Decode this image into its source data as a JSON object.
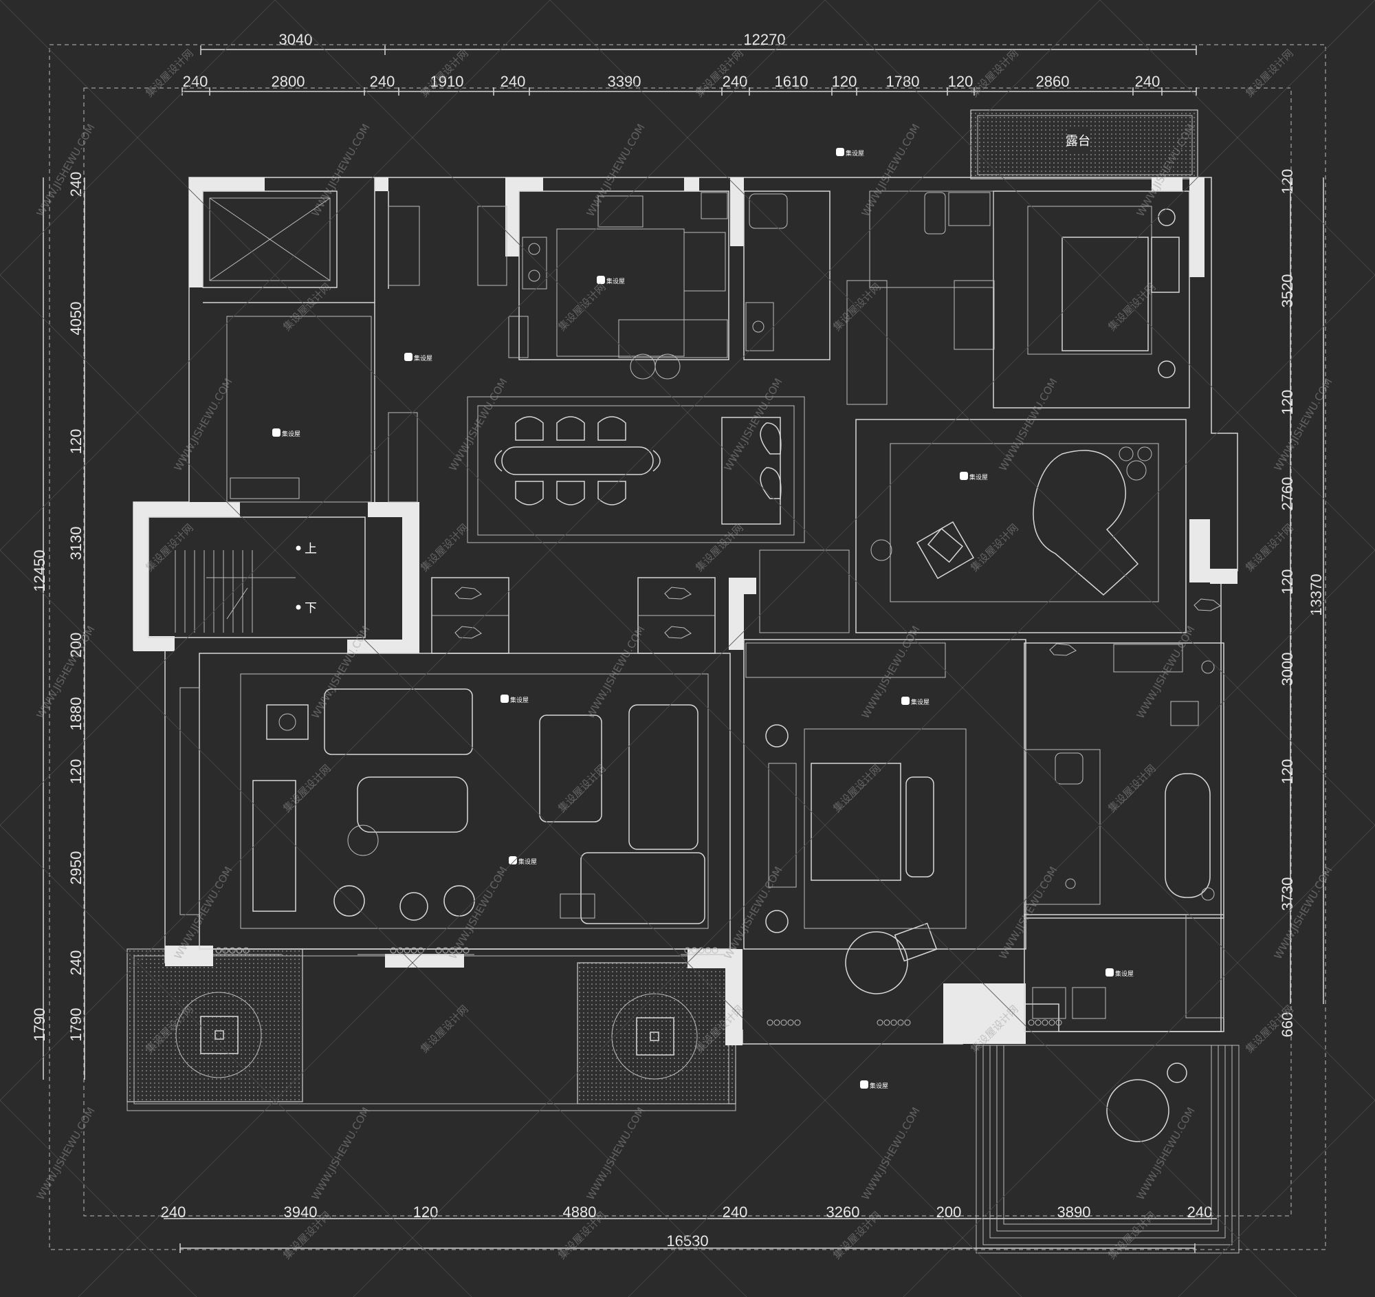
{
  "plan": {
    "top_overall_dims": [
      "3040",
      "12270"
    ],
    "top_dims": [
      "240",
      "2800",
      "240",
      "1910",
      "240",
      "3390",
      "240",
      "1610",
      "120",
      "1780",
      "120",
      "2860",
      "240"
    ],
    "bottom_dims": [
      "240",
      "3940",
      "120",
      "4880",
      "240",
      "3260",
      "200",
      "3890",
      "240"
    ],
    "bottom_overall": "16530",
    "left_dims": [
      "240",
      "4050",
      "120",
      "3130",
      "200",
      "1880",
      "120",
      "2950",
      "240",
      "1790"
    ],
    "left_overall": "12450",
    "left_outer_extra": "1790",
    "right_dims": [
      "120",
      "3520",
      "120",
      "2760",
      "120",
      "3000",
      "120",
      "3730",
      "660"
    ],
    "right_overall": "13370",
    "terrace_label": "露台",
    "stair_up": "上",
    "stair_down": "下",
    "logo_text": "集设屋",
    "watermark_cn": "集设屋设计网",
    "watermark_en": "WWW.JISHEWU.COM"
  }
}
